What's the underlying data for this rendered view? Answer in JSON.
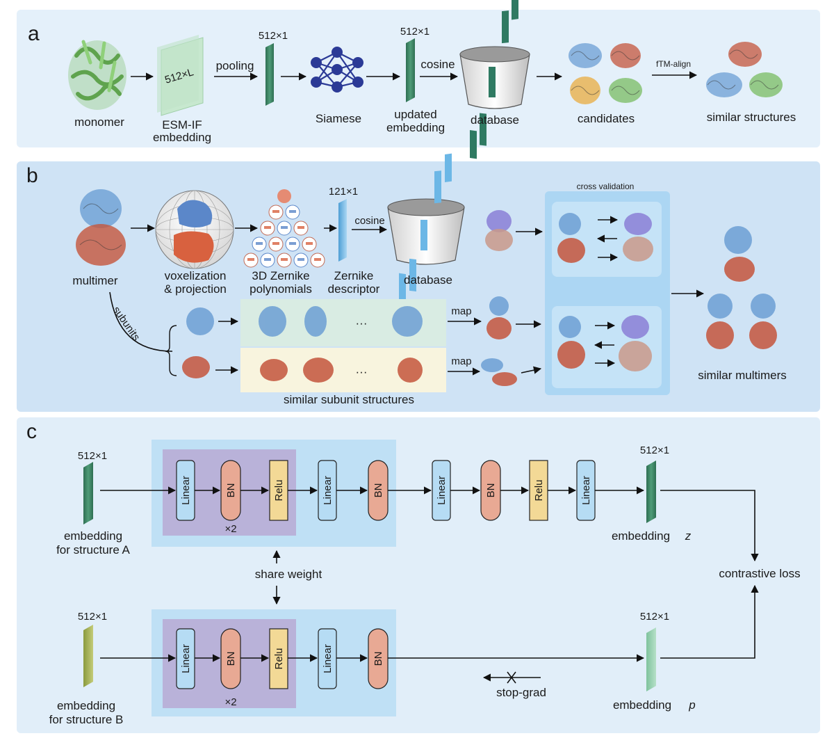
{
  "panels": {
    "a": {
      "letter": "a",
      "monomer": "monomer",
      "esm_box": "512×L",
      "esm_label_1": "ESM-IF",
      "esm_label_2": "embedding",
      "pooling": "pooling",
      "dim_1": "512×1",
      "siamese": "Siamese",
      "dim_2": "512×1",
      "updated_1": "updated",
      "updated_2": "embedding",
      "cosine": "cosine",
      "database": "database",
      "candidates": "candidates",
      "ftm_align": "fTM-align",
      "similar_structures": "similar structures"
    },
    "b": {
      "letter": "b",
      "multimer": "multimer",
      "vox_1": "voxelization",
      "vox_2": "& projection",
      "zern_poly_1": "3D Zernike",
      "zern_poly_2": "polynomials",
      "dim": "121×1",
      "zern_desc_1": "Zernike",
      "zern_desc_2": "descriptor",
      "cosine": "cosine",
      "database": "database",
      "cross_validation": "cross validation",
      "subunits": "subunits",
      "ellipsis": "···",
      "map_1": "map",
      "map_2": "map",
      "similar_subunit": "similar subunit structures",
      "similar_multimers": "similar multimers"
    },
    "c": {
      "letter": "c",
      "dim_a": "512×1",
      "emb_a_1": "embedding",
      "emb_a_2": "for structure A",
      "dim_b": "512×1",
      "emb_b_1": "embedding",
      "emb_b_2": "for structure B",
      "linear": "Linear",
      "bn": "BN",
      "relu": "Relu",
      "times2": "×2",
      "share_weight": "share weight",
      "dim_z": "512×1",
      "emb_z": "embedding",
      "z": "z",
      "dim_p": "512×1",
      "emb_p": "embedding",
      "p": "p",
      "contrastive_loss": "contrastive loss",
      "stop_grad": "stop-grad"
    }
  },
  "colors": {
    "panel_bg": "#e4f0fa",
    "panel_b_bg": "#cfe3f5",
    "projector_bg": "#bfe0f5",
    "repeat_bg": "#b9b2d9",
    "linear_fill": "#b6dcf4",
    "bn_fill": "#e8a994",
    "relu_fill": "#f3d996",
    "green_bar": "#3f8a6a",
    "blue_bar": "#6cb7e6",
    "protein_green": "#7fbf6b",
    "protein_blue": "#6c9fd4",
    "protein_red": "#c4553c",
    "protein_orange": "#e8b04b"
  }
}
